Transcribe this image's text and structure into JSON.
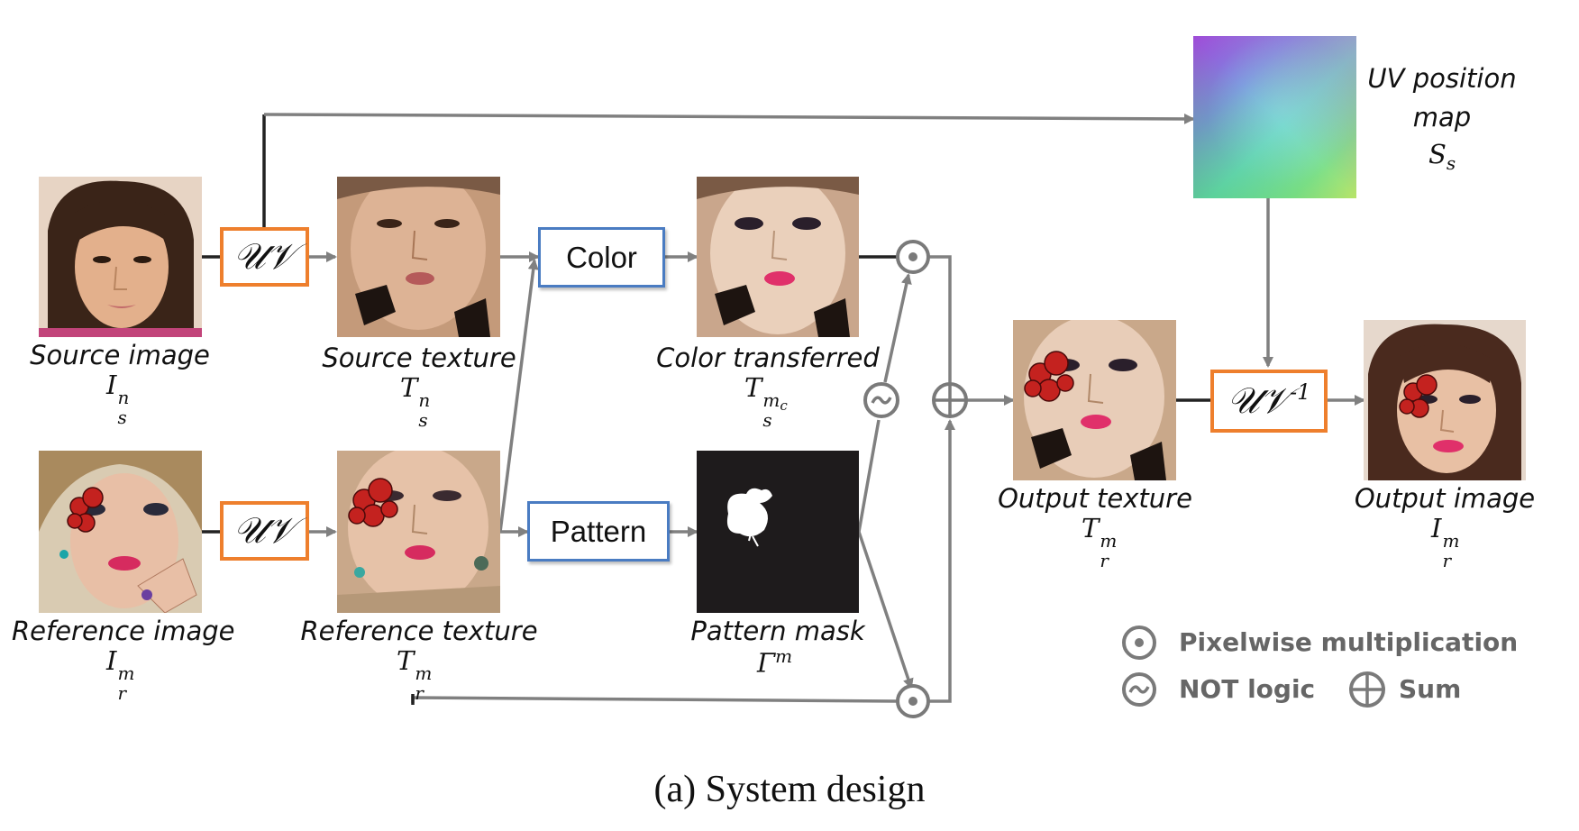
{
  "images": {
    "source_image": {
      "label": "Source image",
      "sym": "I",
      "sup": "n",
      "sub": "s"
    },
    "source_texture": {
      "label": "Source texture",
      "sym": "T",
      "sup": "n",
      "sub": "s"
    },
    "color_transferred": {
      "label": "Color transferred",
      "sym": "T",
      "sup": "m",
      "supsub": "c",
      "sub": "s"
    },
    "reference_image": {
      "label": "Reference image",
      "sym": "I",
      "sup": "m",
      "sub": "r"
    },
    "reference_texture": {
      "label": "Reference texture",
      "sym": "T",
      "sup": "m",
      "sub": "r"
    },
    "pattern_mask": {
      "label": "Pattern mask",
      "sym": "Γ",
      "sup": "m"
    },
    "output_texture": {
      "label": "Output texture",
      "sym": "T",
      "sup": "m",
      "sub": "r"
    },
    "output_image": {
      "label": "Output image",
      "sym": "I",
      "sup": "m",
      "sub": "r"
    },
    "uv_position_map": {
      "label_line1": "UV position",
      "label_line2": "map",
      "sym": "S",
      "sub": "s"
    }
  },
  "blocks": {
    "uv_top": "𝒰𝒱",
    "uv_bottom": "𝒰𝒱",
    "uv_inverse": "𝒰𝒱",
    "uv_inverse_sup": "-1",
    "color": "Color",
    "pattern": "Pattern"
  },
  "legend": {
    "multiplication": "Pixelwise multiplication",
    "not": "NOT logic",
    "sum": "Sum"
  },
  "caption": "(a) System design",
  "colors": {
    "uv_border": "#ee7f2d",
    "op_border": "#4a7cc2",
    "arrow": "#808080",
    "operator": "#7a7a7a",
    "legend_text": "#666666"
  }
}
